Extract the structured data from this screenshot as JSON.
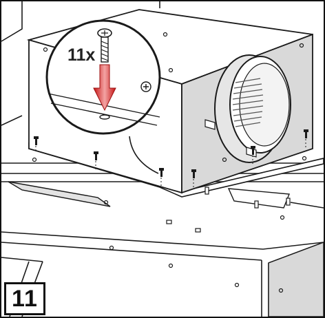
{
  "step": {
    "number": "11"
  },
  "detail": {
    "quantity_label": "11x"
  },
  "colors": {
    "line": "#1a1a1a",
    "panel_side": "#d9d9d9",
    "panel_top": "#ffffff",
    "arrow_dark": "#c61414",
    "arrow_light": "#f3a3a3"
  },
  "icons": [
    "screw-icon",
    "down-arrow-icon",
    "motor-box",
    "duct-collar"
  ]
}
